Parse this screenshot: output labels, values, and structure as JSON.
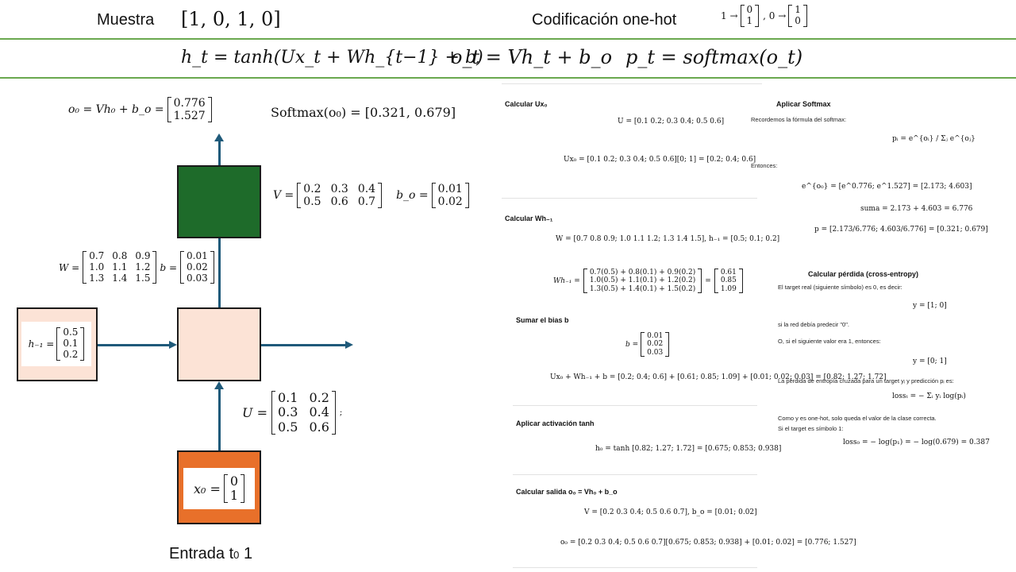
{
  "header": {
    "sample_label": "Muestra",
    "sample_value": "[1, 0, 1, 0]",
    "encoding_label": "Codificación one-hot",
    "one_map_prefix": "1 →",
    "one_map_vec": [
      "0",
      "1"
    ],
    "zero_map_prefix": ", 0 →",
    "zero_map_vec": [
      "1",
      "0"
    ]
  },
  "equations": {
    "ht": "h_t = tanh(Ux_t + Wh_{t−1} + b)",
    "ot": "o_t = Vh_t + b_o",
    "pt": "p_t = softmax(o_t)"
  },
  "diagram": {
    "output_eq_prefix": "o₀ = Vh₀ + b_o =",
    "output_vec": [
      "0.776",
      "1.527"
    ],
    "softmax_text": "Softmax(o₀) = [0.321,  0.679]",
    "V_label": "V =",
    "V_rows": [
      [
        "0.2",
        "0.3",
        "0.4"
      ],
      [
        "0.5",
        "0.6",
        "0.7"
      ]
    ],
    "bo_label": "b_o =",
    "bo_vec": [
      "0.01",
      "0.02"
    ],
    "W_label": "W =",
    "W_rows": [
      [
        "0.7",
        "0.8",
        "0.9"
      ],
      [
        "1.0",
        "1.1",
        "1.2"
      ],
      [
        "1.3",
        "1.4",
        "1.5"
      ]
    ],
    "b_label": "b =",
    "b_vec": [
      "0.01",
      "0.02",
      "0.03"
    ],
    "hprev_label": "h₋₁ =",
    "hprev_vec": [
      "0.5",
      "0.1",
      "0.2"
    ],
    "U_label": "U =",
    "U_rows": [
      [
        "0.1",
        "0.2"
      ],
      [
        "0.3",
        "0.4"
      ],
      [
        "0.5",
        "0.6"
      ]
    ],
    "U_suffix": ";",
    "x0_label": "x₀ =",
    "x0_vec": [
      "0",
      "1"
    ],
    "input_caption_pre": "Entrada t",
    "input_caption_sub": "0",
    "input_caption_post": " 1",
    "colors": {
      "output_box": "#1e6b2a",
      "hidden_box": "#fce3d6",
      "input_box": "#e8702a",
      "arrow": "#1f5a7a",
      "rule": "#6aa84f"
    }
  },
  "panel_left": {
    "s1_title": "Calcular Ux₀",
    "s1_eq1": "U = [0.1 0.2; 0.3 0.4; 0.5 0.6]",
    "s1_eq2": "Ux₀ = [0.1 0.2; 0.3 0.4; 0.5 0.6][0; 1] = [0.2; 0.4; 0.6]",
    "s2_title": "Calcular Wh₋₁",
    "s2_eq1": "W = [0.7 0.8 0.9; 1.0 1.1 1.2; 1.3 1.4 1.5],   h₋₁ = [0.5; 0.1; 0.2]",
    "s2_eq2_rows": [
      "0.7(0.5) + 0.8(0.1) + 0.9(0.2)",
      "1.0(0.5) + 1.1(0.1) + 1.2(0.2)",
      "1.3(0.5) + 1.4(0.1) + 1.5(0.2)"
    ],
    "s2_eq2_result": [
      "0.61",
      "0.85",
      "1.09"
    ],
    "s3_title": "Sumar el bias b",
    "s3_b": [
      "0.01",
      "0.02",
      "0.03"
    ],
    "s3_sum": "Ux₀ + Wh₋₁ + b = [0.2; 0.4; 0.6] + [0.61; 0.85; 1.09] + [0.01; 0.02; 0.03] = [0.82; 1.27; 1.72]",
    "s4_title": "Aplicar activación tanh",
    "s4_eq": "h₀ = tanh [0.82; 1.27; 1.72] = [0.675; 0.853; 0.938]",
    "s5_title": "Calcular salida o₀ = Vh₀ + b_o",
    "s5_eq1": "V = [0.2 0.3 0.4; 0.5 0.6 0.7],   b_o = [0.01; 0.02]",
    "s5_eq2": "o₀ = [0.2 0.3 0.4; 0.5 0.6 0.7][0.675; 0.853; 0.938] + [0.01; 0.02] = [0.776; 1.527]"
  },
  "panel_right": {
    "s1_title": "Aplicar Softmax",
    "s1_text1": "Recordemos la fórmula del softmax:",
    "s1_formula": "pᵢ = e^{oᵢ} / Σⱼ e^{oⱼ}",
    "s1_text2": "Entonces:",
    "s1_exp": "e^{o₀} = [e^0.776; e^1.527] = [2.173; 4.603]",
    "s1_sum": "suma = 2.173 + 4.603 = 6.776",
    "s1_p": "p = [2.173/6.776; 4.603/6.776] = [0.321; 0.679]",
    "s2_title": "Calcular pérdida (cross-entropy)",
    "s2_text1": "El target real (siguiente símbolo) es 0, es decir:",
    "s2_y0": "y = [1; 0]",
    "s2_text2": "si la red debía predecir \"0\".",
    "s2_text3": "O, si el siguiente valor era 1, entonces:",
    "s2_y1": "y = [0; 1]",
    "s2_text4": "La pérdida de entropía cruzada para un target yᵢ y predicción pᵢ es:",
    "s2_loss": "lossₜ = − Σᵢ yᵢ log(pᵢ)",
    "s2_text5": "Como y es one-hot, solo queda el valor de la clase correcta.",
    "s2_text6": "Si el target es símbolo 1:",
    "s2_final": "loss₀ = − log(p₁) = − log(0.679) = 0.387"
  }
}
